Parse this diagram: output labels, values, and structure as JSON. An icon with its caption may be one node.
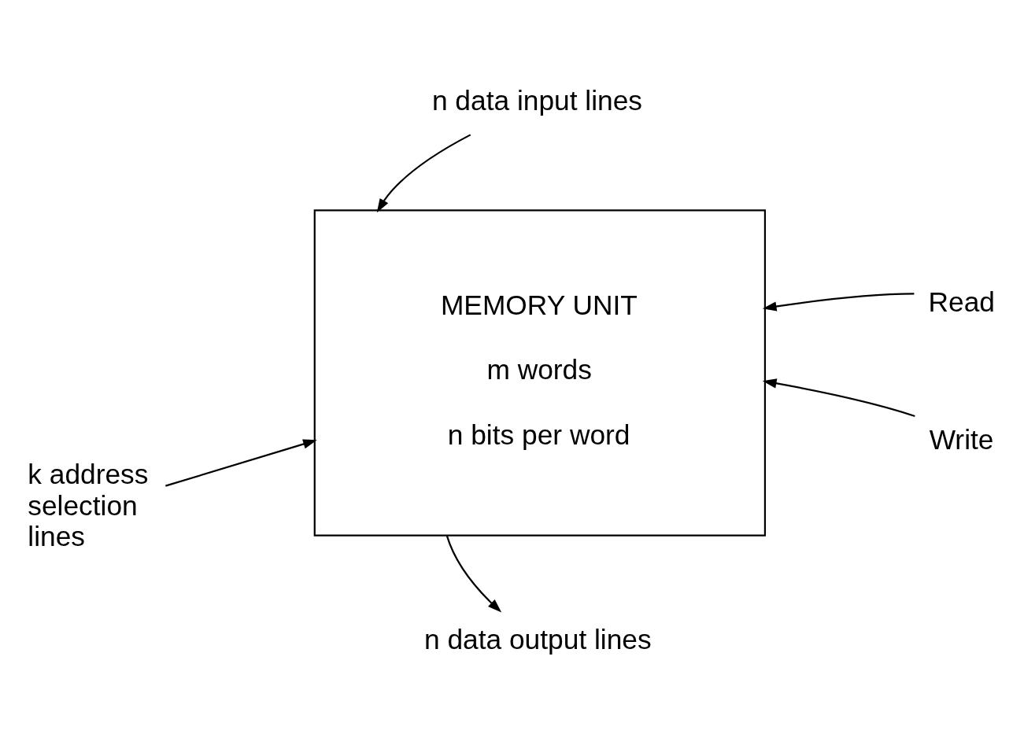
{
  "diagram": {
    "nodes": [
      {
        "text": [
          "n data input lines"
        ]
      },
      {
        "text": [
          "MEMORY UNIT",
          "m words",
          "n bits per word"
        ]
      },
      {
        "text": [
          "k address selection lines"
        ]
      },
      {
        "text": [
          "Read"
        ]
      },
      {
        "text": [
          "Write"
        ]
      },
      {
        "text": [
          "n data output lines"
        ]
      }
    ],
    "edges": [
      {
        "from": 0,
        "to": 1,
        "arrow": "to"
      },
      {
        "from": 2,
        "to": 1,
        "arrow": "to"
      },
      {
        "from": 3,
        "to": 1,
        "arrow": "to"
      },
      {
        "from": 4,
        "to": 1,
        "arrow": "to"
      },
      {
        "from": 1,
        "to": 5,
        "arrow": "to"
      }
    ]
  }
}
